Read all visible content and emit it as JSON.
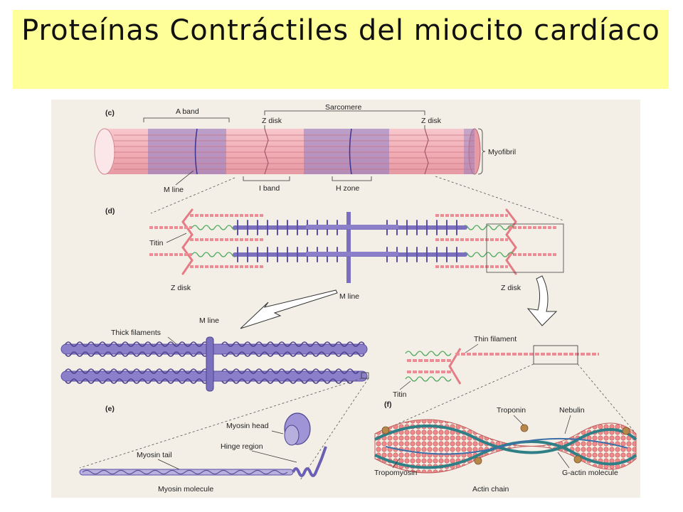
{
  "title": "Proteínas Contráctiles del miocito cardíaco",
  "labels": {
    "panel_c": "(c)",
    "panel_d": "(d)",
    "panel_e": "(e)",
    "panel_f": "(f)",
    "a_band": "A band",
    "sarcomere": "Sarcomere",
    "z_disk_top_left": "Z disk",
    "z_disk_top_right": "Z disk",
    "myofibril": "Myofibril",
    "m_line_c": "M line",
    "i_band": "I band",
    "h_zone": "H zone",
    "titin_d": "Titin",
    "z_disk_d_left": "Z disk",
    "z_disk_d_right": "Z disk",
    "m_line_d": "M line",
    "m_line_e": "M line",
    "thick_filaments": "Thick filaments",
    "thin_filament": "Thin filament",
    "titin_f": "Titin",
    "myosin_head": "Myosin head",
    "hinge_region": "Hinge region",
    "myosin_tail": "Myosin tail",
    "myosin_molecule": "Myosin molecule",
    "troponin": "Troponin",
    "nebulin": "Nebulin",
    "tropomyosin": "Tropomyosin",
    "g_actin": "G-actin molecule",
    "actin_chain": "Actin chain"
  },
  "colors": {
    "title_background": "#ffff99",
    "figure_background": "#f3efe6",
    "actin": "#f08a8a",
    "myosin": "#8a7fc8",
    "titin": "#4aa85a",
    "tropomyosin": "#2f7f86",
    "troponin": "#b9874a"
  }
}
